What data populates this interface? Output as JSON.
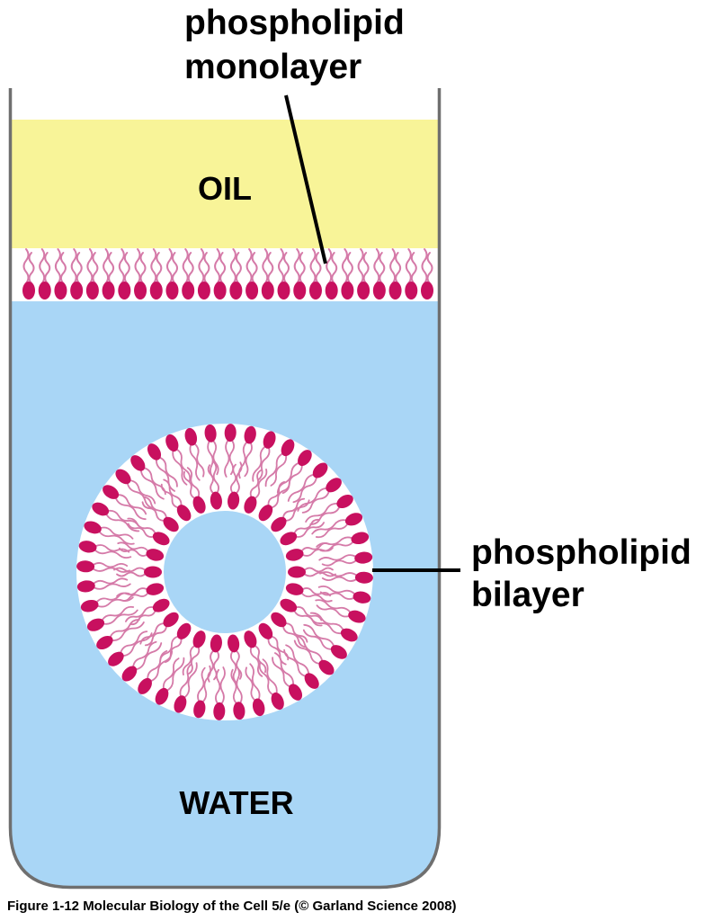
{
  "labels": {
    "monolayer_line1": "phospholipid",
    "monolayer_line2": "monolayer",
    "bilayer_line1": "phospholipid",
    "bilayer_line2": "bilayer",
    "oil": "OIL",
    "water": "WATER"
  },
  "caption": "Figure 1-12  Molecular Biology of the Cell 5/e (© Garland Science 2008)",
  "colors": {
    "oil": "#f8f498",
    "water": "#a9d6f6",
    "head": "#c8105f",
    "tail": "#d57aa8",
    "container": "#6f6f6f",
    "leader_line": "#000000"
  }
}
